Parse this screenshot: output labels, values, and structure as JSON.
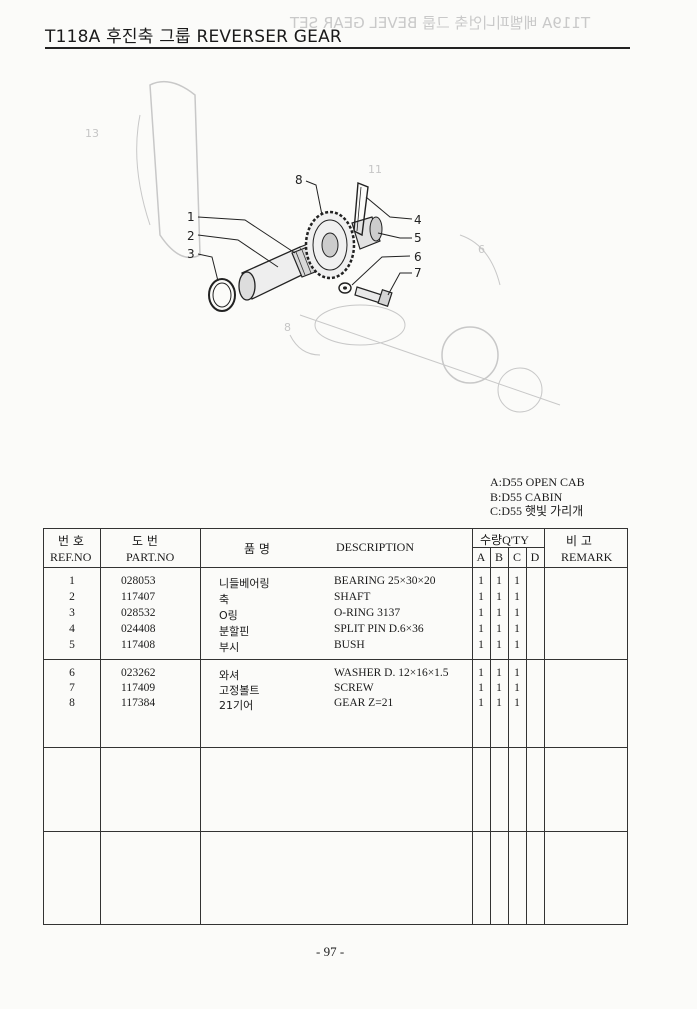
{
  "header": {
    "title": "T118A 후진축 그룹 REVERSER GEAR",
    "ghost_text": "T119A 베벨피니언축 그룹 BEVEL GEAR SET"
  },
  "diagram": {
    "callouts": [
      "1",
      "2",
      "3",
      "4",
      "5",
      "6",
      "7",
      "8"
    ],
    "ghost_callouts": [
      "13",
      "11",
      "6",
      "8"
    ]
  },
  "legend": {
    "a": "A:D55 OPEN CAB",
    "b": "B:D55 CABIN",
    "c": "C:D55 햇빛 가리개"
  },
  "table": {
    "headers": {
      "ref_kor": "번 호",
      "ref_eng": "REF.NO",
      "part_kor": "도  번",
      "part_eng": "PART.NO",
      "name_kor": "품    명",
      "description": "DESCRIPTION",
      "qty": "수량Q'TY",
      "qty_cols": [
        "A",
        "B",
        "C",
        "D"
      ],
      "remark_kor": "비  고",
      "remark_eng": "REMARK"
    },
    "rows": [
      {
        "ref": "1",
        "part": "028053",
        "kor": "니들베어링",
        "desc": "BEARING 25×30×20",
        "a": "1",
        "b": "1",
        "c": "1"
      },
      {
        "ref": "2",
        "part": "117407",
        "kor": "축",
        "desc": "SHAFT",
        "a": "1",
        "b": "1",
        "c": "1"
      },
      {
        "ref": "3",
        "part": "028532",
        "kor": "O링",
        "desc": "O-RING 3137",
        "a": "1",
        "b": "1",
        "c": "1"
      },
      {
        "ref": "4",
        "part": "024408",
        "kor": "분할핀",
        "desc": "SPLIT PIN D.6×36",
        "a": "1",
        "b": "1",
        "c": "1"
      },
      {
        "ref": "5",
        "part": "117408",
        "kor": "부시",
        "desc": "BUSH",
        "a": "1",
        "b": "1",
        "c": "1"
      },
      {
        "ref": "6",
        "part": "023262",
        "kor": "와셔",
        "desc": "WASHER D. 12×16×1.5",
        "a": "1",
        "b": "1",
        "c": "1"
      },
      {
        "ref": "7",
        "part": "117409",
        "kor": "고정볼트",
        "desc": "SCREW",
        "a": "1",
        "b": "1",
        "c": "1"
      },
      {
        "ref": "8",
        "part": "117384",
        "kor": "21기어",
        "desc": "GEAR Z=21",
        "a": "1",
        "b": "1",
        "c": "1"
      }
    ]
  },
  "footer": {
    "page_number": "- 97 -"
  }
}
